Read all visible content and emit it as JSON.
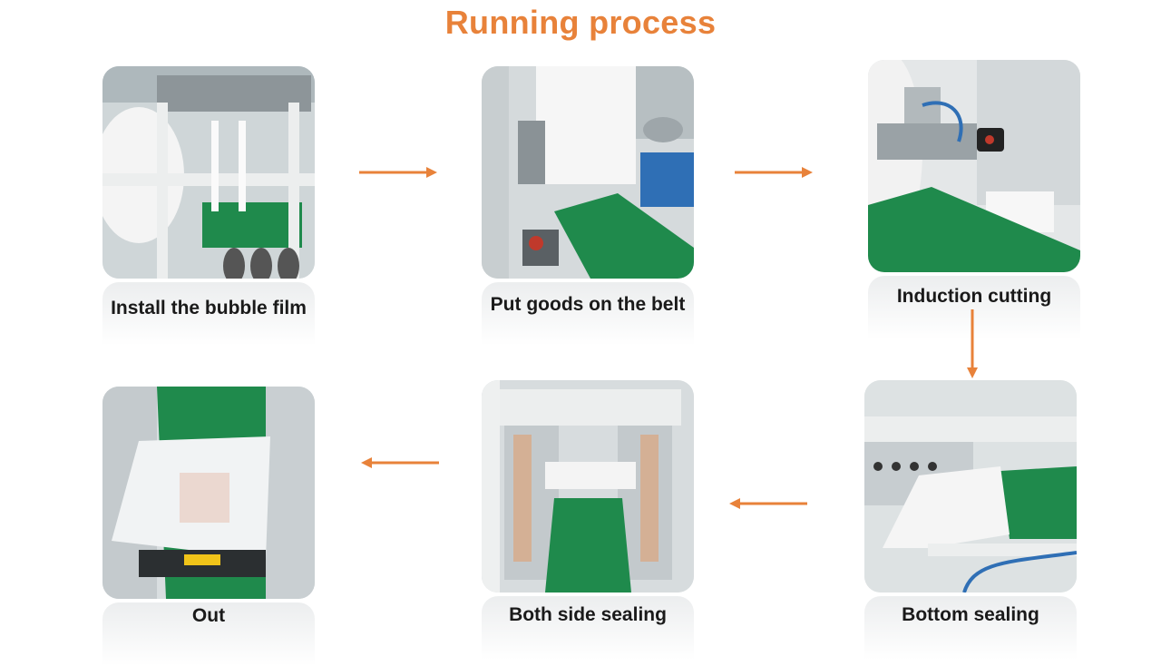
{
  "title": "Running process",
  "colors": {
    "accent": "#E8823A",
    "belt": "#1f8a4c",
    "frame": "#e6e8e8"
  },
  "steps": [
    {
      "label": "Install the bubble film"
    },
    {
      "label": "Put goods on the belt"
    },
    {
      "label": "Induction cutting"
    },
    {
      "label": "Bottom sealing"
    },
    {
      "label": "Both side sealing"
    },
    {
      "label": "Out"
    }
  ]
}
